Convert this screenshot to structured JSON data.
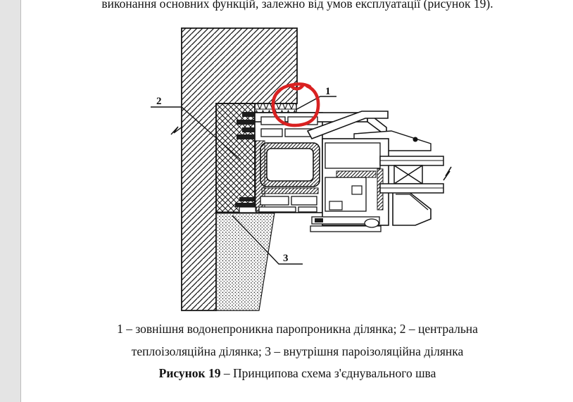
{
  "page": {
    "background": "#ffffff",
    "gutter_color": "#e4e4e4",
    "body_text_top": "виконання основних функцій, залежно від умов експлуатації (рисунок 19).",
    "caption_line1": "1 – зовнішня водонепроникна паропроникна ділянка; 2 – центральна",
    "caption_line2": "теплоізоляційна ділянка; 3 – внутрішня пароізоляційна ділянка",
    "figure_label_bold": "Рисунок 19",
    "figure_label_rest": " – Принципова схема з'єднувального шва"
  },
  "figure": {
    "description": "Принципова схема з'єднувального шва (монтажний шов віконного блока)",
    "callouts": [
      {
        "number": "1",
        "meaning": "зовнішня водонепроникна паропроникна ділянка"
      },
      {
        "number": "2",
        "meaning": "центральна теплоізоляційна ділянка"
      },
      {
        "number": "3",
        "meaning": "внутрішня пароізоляційна ділянка"
      }
    ],
    "annotation": {
      "type": "freehand-ellipse",
      "color": "#d92121",
      "target": "зона ділянки 1"
    },
    "ink_color": "#151515"
  }
}
